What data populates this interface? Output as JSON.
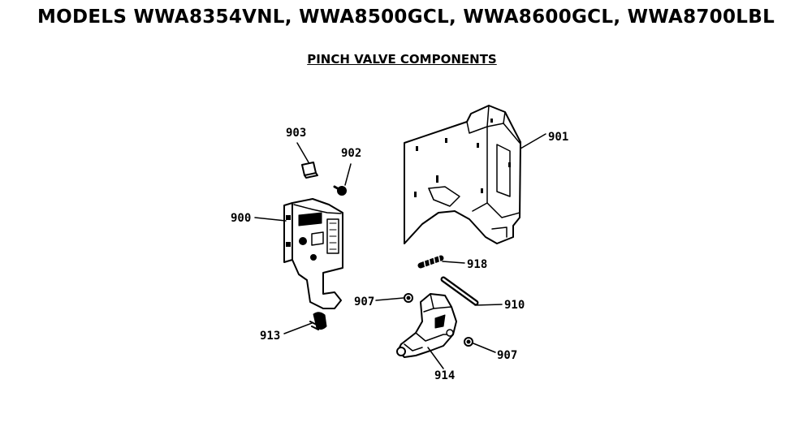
{
  "title": "MODELS WWA8354VNL, WWA8500GCL, WWA8600GCL, WWA8700LBL",
  "subtitle": "PINCH VALVE COMPONENTS",
  "parts": {
    "p900": "900",
    "p901": "901",
    "p902": "902",
    "p903": "903",
    "p907a": "907",
    "p907b": "907",
    "p910": "910",
    "p913": "913",
    "p914": "914",
    "p918": "918"
  }
}
